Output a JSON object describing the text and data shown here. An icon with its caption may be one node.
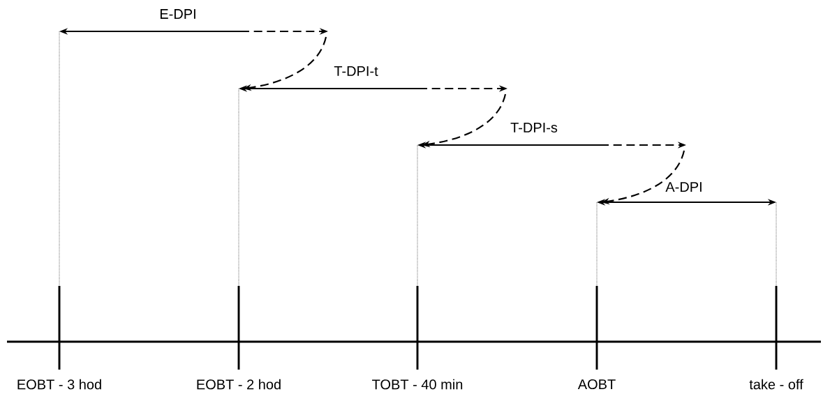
{
  "diagram": {
    "labels": [
      "E-DPI",
      "T-DPI-t",
      "T-DPI-s",
      "A-DPI",
      "EOBT - 3 hod",
      "EOBT - 2 hod",
      "TOBT - 40 min",
      "AOBT",
      "take - off"
    ]
  }
}
